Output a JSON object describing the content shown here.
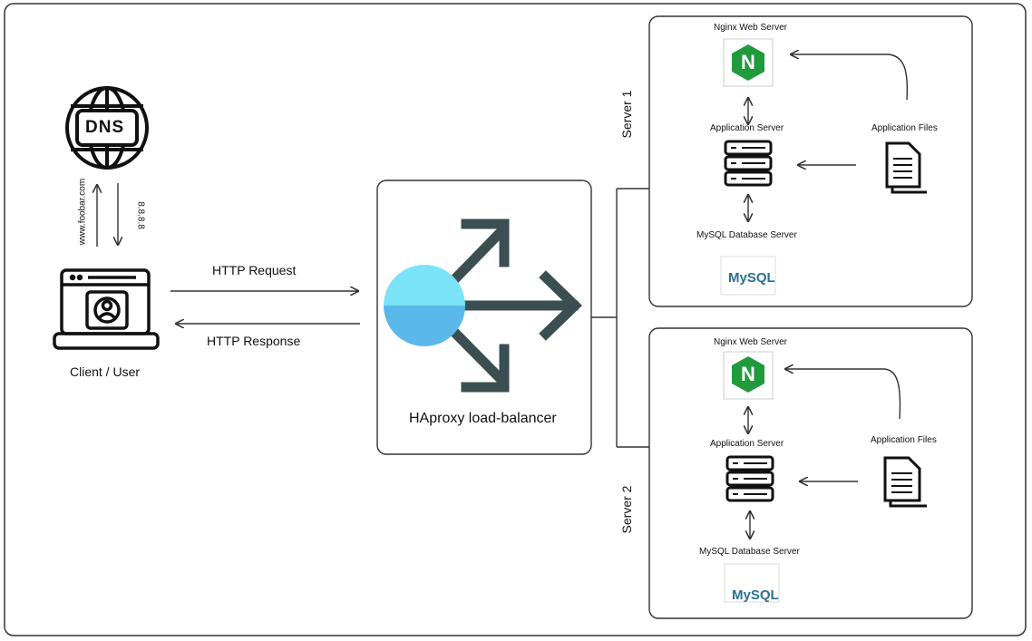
{
  "client": {
    "label": "Client / User"
  },
  "dns": {
    "icon_text": "DNS",
    "query_label": "www.foobar.com",
    "answer_label": "8.8.8.8"
  },
  "http": {
    "request_label": "HTTP Request",
    "response_label": "HTTP Response"
  },
  "load_balancer": {
    "label": "HAproxy load-balancer",
    "colors": {
      "circle_top": "#7be3f7",
      "circle_bottom": "#5ab8ea",
      "arrows": "#3b4f52"
    }
  },
  "servers": [
    {
      "name": "Server 1",
      "nginx_label": "Nginx Web Server",
      "nginx_icon_text": "N",
      "app_server_label": "Application Server",
      "app_files_label": "Application Files",
      "db_label": "MySQL Database Server",
      "mysql_logo_text": "MySQL"
    },
    {
      "name": "Server 2",
      "nginx_label": "Nginx Web Server",
      "nginx_icon_text": "N",
      "app_server_label": "Application Server",
      "app_files_label": "Application Files",
      "db_label": "MySQL Database Server",
      "mysql_logo_text": "MySQL"
    }
  ],
  "colors": {
    "nginx_green": "#1f9b3e",
    "mysql_blue": "#2a6f94",
    "mysql_orange": "#e48e00",
    "stroke": "#222222"
  }
}
